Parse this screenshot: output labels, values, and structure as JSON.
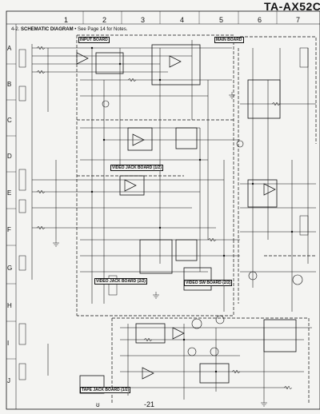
{
  "header": {
    "model": "TA-AX52C",
    "section": "4-2.",
    "title": "SCHEMATIC DIAGRAM",
    "note": "• See Page 14 for Notes."
  },
  "grid": {
    "columns": [
      "1",
      "2",
      "3",
      "4",
      "5",
      "6",
      "7"
    ],
    "rows": [
      "A",
      "B",
      "C",
      "D",
      "E",
      "F",
      "G",
      "H",
      "I",
      "J"
    ]
  },
  "boards": {
    "input": "INPUT BOARD",
    "main": "MAIN BOARD",
    "video_jack": "VIDEO JACK BOARD (1/2)",
    "video_sw": "VIDEO SW BOARD (2/2)",
    "video_jack_2": "VIDEO JACK BOARD (2/2)",
    "tape_jack": "TAPE JACK BOARD (1/2)"
  },
  "footer": {
    "page_number": "-21",
    "mark": "ʊ"
  }
}
